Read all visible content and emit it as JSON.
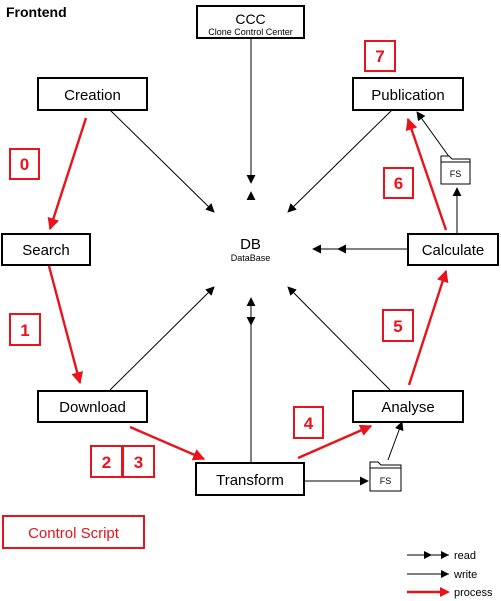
{
  "title": "Frontend",
  "nodes": {
    "ccc": {
      "label": "CCC",
      "sublabel": "Clone Control Center"
    },
    "creation": {
      "label": "Creation"
    },
    "publication": {
      "label": "Publication"
    },
    "search": {
      "label": "Search"
    },
    "db": {
      "label": "DB",
      "sublabel": "DataBase"
    },
    "calculate": {
      "label": "Calculate"
    },
    "download": {
      "label": "Download"
    },
    "analyse": {
      "label": "Analyse"
    },
    "transform": {
      "label": "Transform"
    },
    "fs_top": {
      "label": "FS"
    },
    "fs_bottom": {
      "label": "FS"
    }
  },
  "steps": [
    "0",
    "1",
    "2",
    "3",
    "4",
    "5",
    "6",
    "7"
  ],
  "control_script": "Control Script",
  "legend": {
    "read": "read",
    "write": "write",
    "process": "process"
  },
  "colors": {
    "process": "#e8131b",
    "line": "#000000",
    "box_border": "#000000"
  }
}
